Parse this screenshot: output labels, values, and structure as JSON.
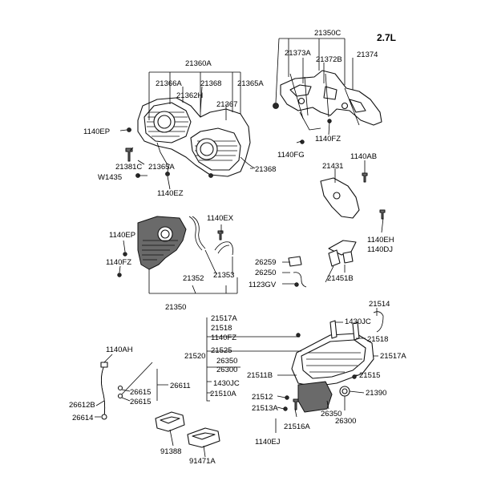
{
  "title": "2.7L",
  "labels": {
    "l_21350C": "21350C",
    "l_21373A": "21373A",
    "l_21372B": "21372B",
    "l_21374": "21374",
    "l_1140FZ_a": "1140FZ",
    "l_1140FG": "1140FG",
    "l_21360A": "21360A",
    "l_21366A": "21366A",
    "l_21368_a": "21368",
    "l_21365A_a": "21365A",
    "l_21362H": "21362H",
    "l_21367": "21367",
    "l_1140EP_a": "1140EP",
    "l_21381C": "21381C",
    "l_21365A_b": "21365A",
    "l_W1435": "W1435",
    "l_21368_b": "21368",
    "l_1140EZ": "1140EZ",
    "l_1140AB": "1140AB",
    "l_21431": "21431",
    "l_1140EH": "1140EH",
    "l_1140DJ": "1140DJ",
    "l_26259": "26259",
    "l_26250": "26250",
    "l_1123GV": "1123GV",
    "l_21451B": "21451B",
    "l_1140EX": "1140EX",
    "l_1140EP_b": "1140EP",
    "l_1140FZ_b": "1140FZ",
    "l_21352": "21352",
    "l_21353": "21353",
    "l_21350": "21350",
    "l_21514": "21514",
    "l_21517A_a": "21517A",
    "l_21518_a": "21518",
    "l_1140FZ_c": "1140FZ",
    "l_1430JC_a": "1430JC",
    "l_21518_b": "21518",
    "l_21525": "21525",
    "l_21520": "21520",
    "l_21517A_b": "21517A",
    "l_26350_a": "26350",
    "l_26300_a": "26300",
    "l_21511B": "21511B",
    "l_21515": "21515",
    "l_1430JC_b": "1430JC",
    "l_21510A": "21510A",
    "l_21390": "21390",
    "l_21512": "21512",
    "l_21513A": "21513A",
    "l_26350_b": "26350",
    "l_26300_b": "26300",
    "l_21516A": "21516A",
    "l_1140EJ": "1140EJ",
    "l_1140AH": "1140AH",
    "l_26611": "26611",
    "l_26615_a": "26615",
    "l_26612B": "26612B",
    "l_26615_b": "26615",
    "l_26614": "26614",
    "l_91388": "91388",
    "l_91471A": "91471A"
  }
}
